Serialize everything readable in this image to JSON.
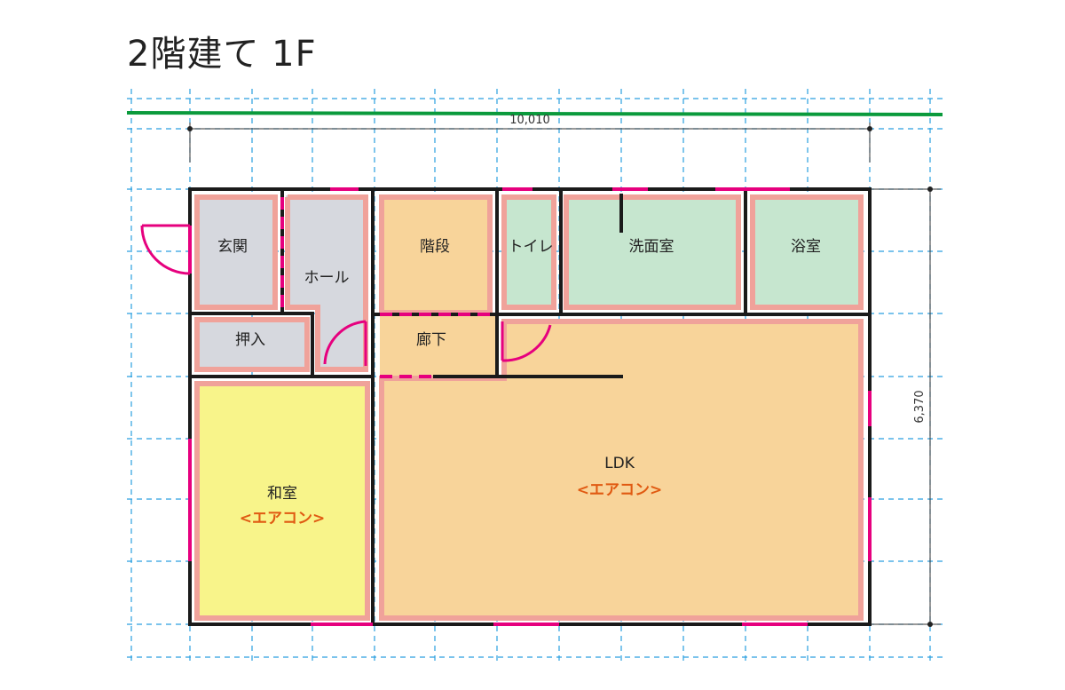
{
  "title": "2階建て 1F",
  "dimensions": {
    "width": "10,010",
    "depth": "6,370"
  },
  "rooms": {
    "genkan": "玄関",
    "hall": "ホール",
    "stairs": "階段",
    "toilet": "トイレ",
    "washroom": "洗面室",
    "bath": "浴室",
    "closet": "押入",
    "corridor": "廊下",
    "washitsu": "和室",
    "ldk": "LDK"
  },
  "annotations": {
    "aircon_washitsu": "<エアコン>",
    "aircon_ldk": "<エアコン>"
  },
  "colors": {
    "wall": "#1a1a1a",
    "opening": "#e6007e",
    "insulation": "#f0a29a",
    "grid": "#2a9fe0",
    "ground_line": "#0a9a3c",
    "room_gray": "#d6d8de",
    "room_orange": "#f8d49a",
    "room_green": "#c6e6cf",
    "room_yellow": "#f8f48a",
    "aircon_text": "#e05a12"
  }
}
